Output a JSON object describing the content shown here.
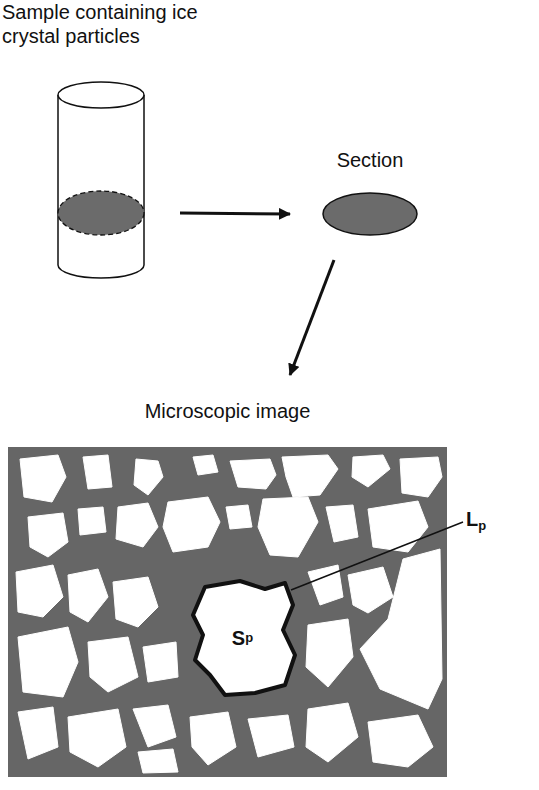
{
  "diagram": {
    "nodes": [
      {
        "text": [
          "Sample containing ice crystal particles"
        ]
      },
      {
        "text": [
          "Section"
        ]
      },
      {
        "text": [
          "Microscopic image"
        ]
      },
      {
        "text": [
          "Sp"
        ],
        "in": 2
      }
    ],
    "edges": [
      {
        "from": 0,
        "to": 1,
        "arrow": "to"
      },
      {
        "from": 1,
        "to": 2,
        "arrow": "to"
      }
    ],
    "labels": [
      "Lp"
    ]
  }
}
